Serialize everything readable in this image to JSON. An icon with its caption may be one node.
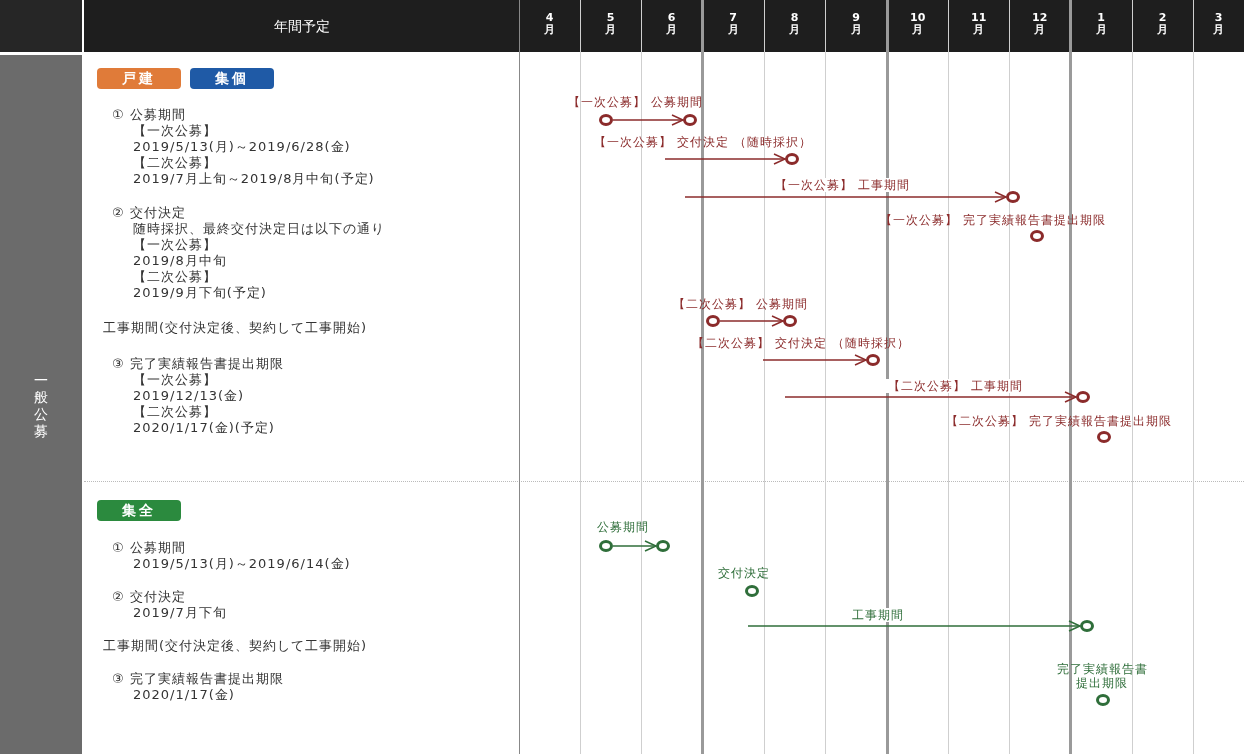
{
  "diagram": {
    "nodes": [
      {
        "text": [
          "戸建"
        ]
      },
      {
        "text": [
          "集個"
        ]
      },
      {
        "text": [
          "集全"
        ]
      },
      {
        "text": [],
        "shape": "circle",
        "beside": [
          "【一次公募】 公募期間"
        ]
      },
      {
        "text": [],
        "shape": "circle"
      },
      {
        "text": [],
        "shape": "circle",
        "beside": [
          "【一次公募】 交付決定 （随時採択）"
        ]
      },
      {
        "text": [],
        "shape": "circle"
      },
      {
        "text": [],
        "shape": "circle",
        "beside": [
          "【一次公募】 完了実績報告書提出期限"
        ]
      },
      {
        "text": [],
        "shape": "circle",
        "beside": [
          "【二次公募】 公募期間"
        ]
      },
      {
        "text": [],
        "shape": "circle"
      },
      {
        "text": [],
        "shape": "circle",
        "beside": [
          "【二次公募】 交付決定 （随時採択）"
        ]
      },
      {
        "text": [],
        "shape": "circle"
      },
      {
        "text": [],
        "shape": "circle",
        "beside": [
          "【二次公募】 完了実績報告書提出期限"
        ]
      },
      {
        "text": [],
        "shape": "circle",
        "beside": [
          "公募期間"
        ]
      },
      {
        "text": [],
        "shape": "circle"
      },
      {
        "text": [],
        "shape": "circle",
        "beside": [
          "交付決定"
        ]
      },
      {
        "text": [],
        "shape": "circle"
      },
      {
        "text": [],
        "shape": "circle",
        "beside": [
          "完了実績報告書提出期限"
        ]
      }
    ],
    "edges": [
      {
        "from": 3,
        "to": 4,
        "arrow": "to"
      },
      {
        "from": null,
        "to": 5,
        "arrow": "to"
      },
      {
        "from": null,
        "to": 6,
        "arrow": "to",
        "label": "【一次公募】 工事期間"
      },
      {
        "from": 8,
        "to": 9,
        "arrow": "to"
      },
      {
        "from": null,
        "to": 10,
        "arrow": "to"
      },
      {
        "from": null,
        "to": 11,
        "arrow": "to",
        "label": "【二次公募】 工事期間"
      },
      {
        "from": 13,
        "to": 14,
        "arrow": "to",
        "color": "#2f6e3a"
      },
      {
        "from": null,
        "to": 16,
        "arrow": "to",
        "color": "#2f6e3a",
        "label": "工事期間"
      }
    ],
    "labels": [
      "年間予定",
      "4月",
      "5月",
      "6月",
      "7月",
      "8月",
      "9月",
      "10月",
      "11月",
      "12月",
      "1月",
      "2月",
      "3月",
      "一般公募",
      "① 公募期間",
      "【一次公募】",
      "2019/5/13(月)～2019/6/28(金)",
      "【二次公募】",
      "2019/7月上旬～2019/8月中旬(予定)",
      "② 交付決定",
      "随時採択、最終交付決定日は以下の通り",
      "【一次公募】",
      "2019/8月中旬",
      "【二次公募】",
      "2019/9月下旬(予定)",
      "工事期間(交付決定後、契約して工事開始)",
      "③ 完了実績報告書提出期限",
      "【一次公募】",
      "2019/12/13(金)",
      "【二次公募】",
      "2020/1/17(金)(予定)",
      "① 公募期間",
      "2019/5/13(月)～2019/6/14(金)",
      "② 交付決定",
      "2019/7月下旬",
      "工事期間(交付決定後、契約して工事開始)",
      "③ 完了実績報告書提出期限",
      "2020/1/17(金)"
    ]
  }
}
